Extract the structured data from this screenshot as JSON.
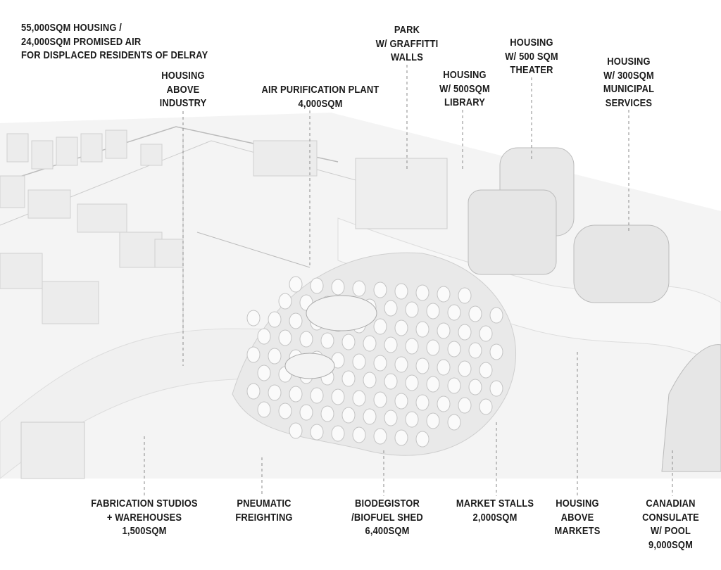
{
  "labels": {
    "summary": [
      "55,000SQM HOUSING /",
      "24,000SQM PROMISED AIR",
      "FOR DISPLACED RESIDENTS OF DELRAY"
    ],
    "housing_industry": [
      "HOUSING",
      "ABOVE",
      "INDUSTRY"
    ],
    "air_plant": [
      "AIR PURIFICATION PLANT",
      "4,000SQM"
    ],
    "park": [
      "PARK",
      "W/ GRAFFITTI",
      "WALLS"
    ],
    "library": [
      "HOUSING",
      "W/ 500SQM",
      "LIBRARY"
    ],
    "theater": [
      "HOUSING",
      "W/ 500 SQM",
      "THEATER"
    ],
    "municipal": [
      "HOUSING",
      "W/ 300SQM",
      "MUNICIPAL",
      "SERVICES"
    ],
    "fabrication": [
      "FABRICATION STUDIOS",
      "+ WAREHOUSES",
      "1,500SQM"
    ],
    "pneumatic": [
      "PNEUMATIC",
      "FREIGHTING"
    ],
    "biodigestor": [
      "BIODEGISTOR",
      "/BIOFUEL SHED",
      "6,400SQM"
    ],
    "market": [
      "MARKET STALLS",
      "2,000SQM"
    ],
    "housing_markets": [
      "HOUSING",
      "ABOVE",
      "MARKETS"
    ],
    "consulate": [
      "CANADIAN",
      "CONSULATE",
      "W/ POOL",
      "9,000SQM"
    ]
  },
  "colors": {
    "text": "#1a1a1a",
    "model": "#eeeeee",
    "shadow": "#d8d8d8",
    "line": "#8a8a8a"
  }
}
